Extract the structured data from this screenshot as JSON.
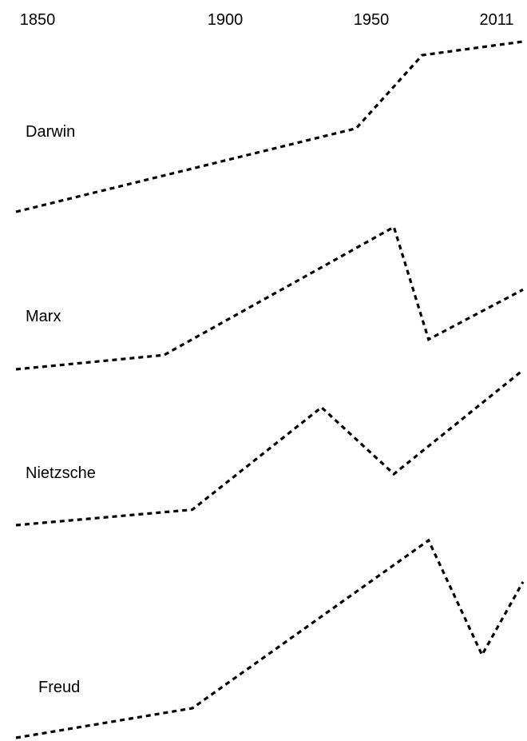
{
  "chart_data": {
    "type": "line",
    "title": "",
    "xlabel": "",
    "ylabel": "",
    "x_ticks": [
      "1850",
      "1900",
      "1950",
      "2011"
    ],
    "xlim": [
      1850,
      2011
    ],
    "grid": false,
    "line_style": "dotted",
    "line_color": "#000000",
    "series": [
      {
        "name": "Darwin",
        "points": [
          [
            1850,
            0.0
          ],
          [
            1958,
            0.49
          ],
          [
            1979,
            0.92
          ],
          [
            2011,
            1.0
          ]
        ]
      },
      {
        "name": "Marx",
        "points": [
          [
            1850,
            0.0
          ],
          [
            1897,
            0.1
          ],
          [
            1970,
            1.0
          ],
          [
            1981,
            0.21
          ],
          [
            2011,
            0.56
          ]
        ]
      },
      {
        "name": "Nietzsche",
        "points": [
          [
            1850,
            0.0
          ],
          [
            1906,
            0.1
          ],
          [
            1947,
            0.76
          ],
          [
            1970,
            0.33
          ],
          [
            2011,
            1.0
          ]
        ]
      },
      {
        "name": "Freud",
        "points": [
          [
            1850,
            0.0
          ],
          [
            1906,
            0.15
          ],
          [
            1981,
            1.0
          ],
          [
            1998,
            0.42
          ],
          [
            2011,
            0.79
          ]
        ]
      }
    ]
  }
}
